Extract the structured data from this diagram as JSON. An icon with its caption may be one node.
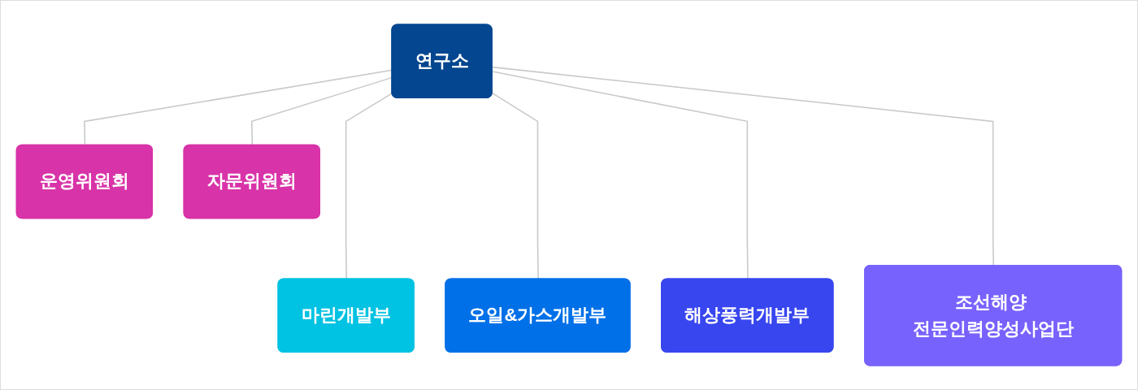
{
  "diagram": {
    "nodes": [
      {
        "text": [
          "연구소"
        ]
      },
      {
        "text": [
          "운영위원회"
        ]
      },
      {
        "text": [
          "자문위원회"
        ]
      },
      {
        "text": [
          "마린개발부"
        ]
      },
      {
        "text": [
          "오일&가스개발부"
        ]
      },
      {
        "text": [
          "해상풍력개발부"
        ]
      },
      {
        "text": [
          "조선해양 전문인력양성사업단"
        ]
      }
    ],
    "edges": [
      {
        "from": 0,
        "to": 1,
        "arrow": "none"
      },
      {
        "from": 0,
        "to": 2,
        "arrow": "none"
      },
      {
        "from": 0,
        "to": 3,
        "arrow": "none"
      },
      {
        "from": 0,
        "to": 4,
        "arrow": "none"
      },
      {
        "from": 0,
        "to": 5,
        "arrow": "none"
      },
      {
        "from": 0,
        "to": 6,
        "arrow": "none"
      }
    ]
  }
}
